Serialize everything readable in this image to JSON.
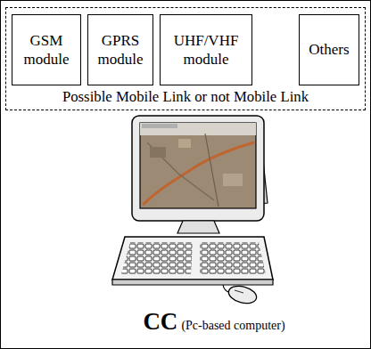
{
  "diagram": {
    "nodes": [
      {
        "text": [
          "Possible Mobile Link or not Mobile Link"
        ]
      },
      {
        "text": [
          "GSM module"
        ],
        "in": 0
      },
      {
        "text": [
          "GPRS module"
        ],
        "in": 0
      },
      {
        "text": [
          "UHF/VHF module"
        ],
        "in": 0
      },
      {
        "text": [
          "Others"
        ],
        "in": 0
      }
    ],
    "labels": [
      "CC",
      "(Pc-based computer)"
    ]
  }
}
